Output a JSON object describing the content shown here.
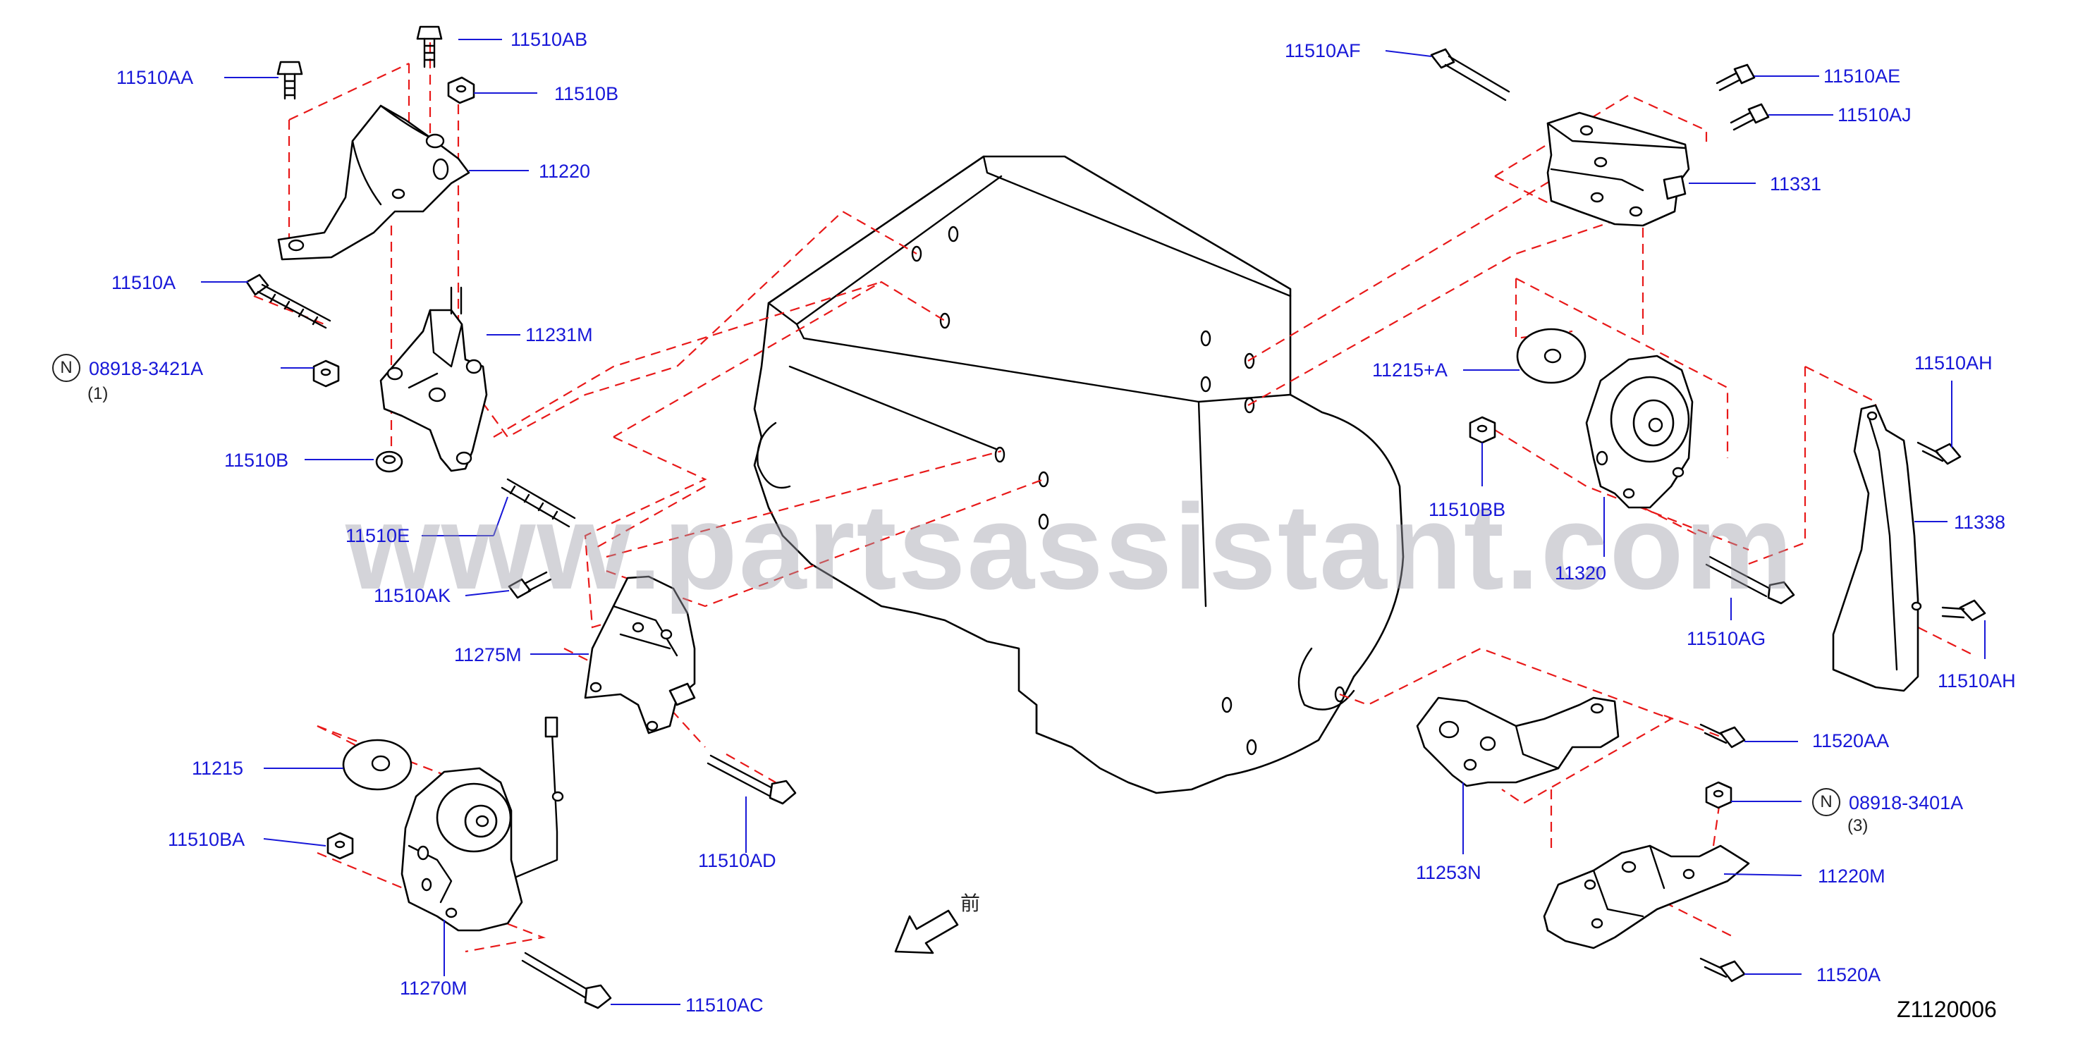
{
  "watermark": "www.partsassistant.com",
  "diagram_code": "Z1120006",
  "direction_label": "前",
  "labels": {
    "p11510AA": "11510AA",
    "p11510AB": "11510AB",
    "p11510B_top": "11510B",
    "p11220": "11220",
    "p11510A": "11510A",
    "p11231M": "11231M",
    "p08918_3421A": "08918-3421A",
    "p08918_3421A_qty": "(1)",
    "p11510B_low": "11510B",
    "p11510E": "11510E",
    "p11510AK": "11510AK",
    "p11275M": "11275M",
    "p11215": "11215",
    "p11510BA": "11510BA",
    "p11270M": "11270M",
    "p11510AD": "11510AD",
    "p11510AC": "11510AC",
    "p11510AF": "11510AF",
    "p11510AE": "11510AE",
    "p11510AJ": "11510AJ",
    "p11331": "11331",
    "p11215A": "11215+A",
    "p11510AH_top": "11510AH",
    "p11510BB": "11510BB",
    "p11320": "11320",
    "p11338": "11338",
    "p11510AG": "11510AG",
    "p11510AH_low": "11510AH",
    "p11520AA": "11520AA",
    "p08918_3401A": "08918-3401A",
    "p08918_3401A_qty": "(3)",
    "p11253N": "11253N",
    "p11220M": "11220M",
    "p11520A": "11520A"
  },
  "n_mark": "N"
}
